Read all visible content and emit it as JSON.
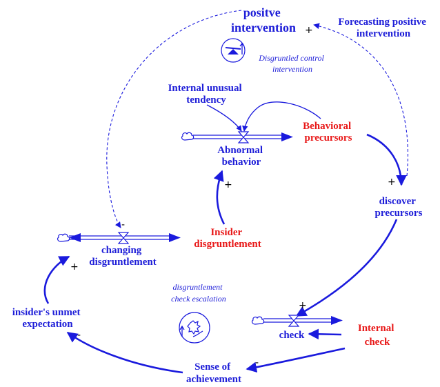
{
  "colors": {
    "variable": "#1e1ed8",
    "highlight": "#e81818",
    "link": "#1a1add",
    "sign": "#000000"
  },
  "nodes": {
    "positive_intervention": [
      "positve",
      "intervention"
    ],
    "forecasting": [
      "Forecasting positive",
      "intervention"
    ],
    "disgruntled_control": [
      "Disgruntled control",
      "intervention"
    ],
    "internal_unusual": [
      "Internal unusual",
      "tendency"
    ],
    "abnormal_behavior": [
      "Abnormal",
      "behavior"
    ],
    "behavioral_precursors": [
      "Behavioral",
      "precursors"
    ],
    "discover_precursors": [
      "discover",
      "precursors"
    ],
    "insider_disgruntlement": [
      "Insider",
      "disgruntlement"
    ],
    "changing_disgruntlement": [
      "changing",
      "disgruntlement"
    ],
    "disgruntlement_check_escalation": [
      "disgruntlement",
      "check escalation"
    ],
    "insiders_unmet_expectation": [
      "insider's unmet",
      "expectation"
    ],
    "check": [
      "check"
    ],
    "internal_check": [
      "Internal",
      "check"
    ],
    "sense_of_achievement": [
      "Sense of",
      "achievement"
    ]
  },
  "polarities": {
    "positive_intervention": "+",
    "abnormal_behavior": "+",
    "discover_precursors": "+",
    "changing_disgruntlement": "-",
    "changing_from_expectation": "+",
    "check": "+",
    "expectation_link": "-",
    "achievement_link": "-"
  },
  "icons": [
    "cloud-source-icon",
    "valve-icon",
    "seesaw-balance-icon",
    "snowball-reinforcing-icon"
  ]
}
